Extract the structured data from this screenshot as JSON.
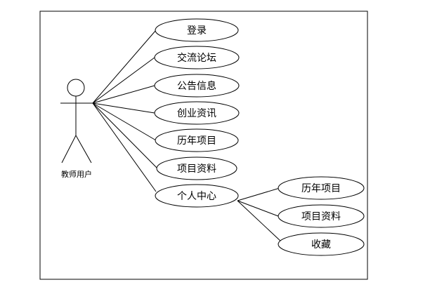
{
  "actor": {
    "label": "教师用户"
  },
  "use_cases": [
    {
      "id": "uc1",
      "label": "登录"
    },
    {
      "id": "uc2",
      "label": "交流论坛"
    },
    {
      "id": "uc3",
      "label": "公告信息"
    },
    {
      "id": "uc4",
      "label": "创业资讯"
    },
    {
      "id": "uc5",
      "label": "历年项目"
    },
    {
      "id": "uc6",
      "label": "项目资料"
    },
    {
      "id": "uc7",
      "label": "个人中心"
    }
  ],
  "sub_use_cases": [
    {
      "id": "sub1",
      "label": "历年项目"
    },
    {
      "id": "sub2",
      "label": "项目资料"
    },
    {
      "id": "sub3",
      "label": "收藏"
    }
  ],
  "colors": {
    "stroke": "#000000",
    "fill": "#ffffff"
  }
}
